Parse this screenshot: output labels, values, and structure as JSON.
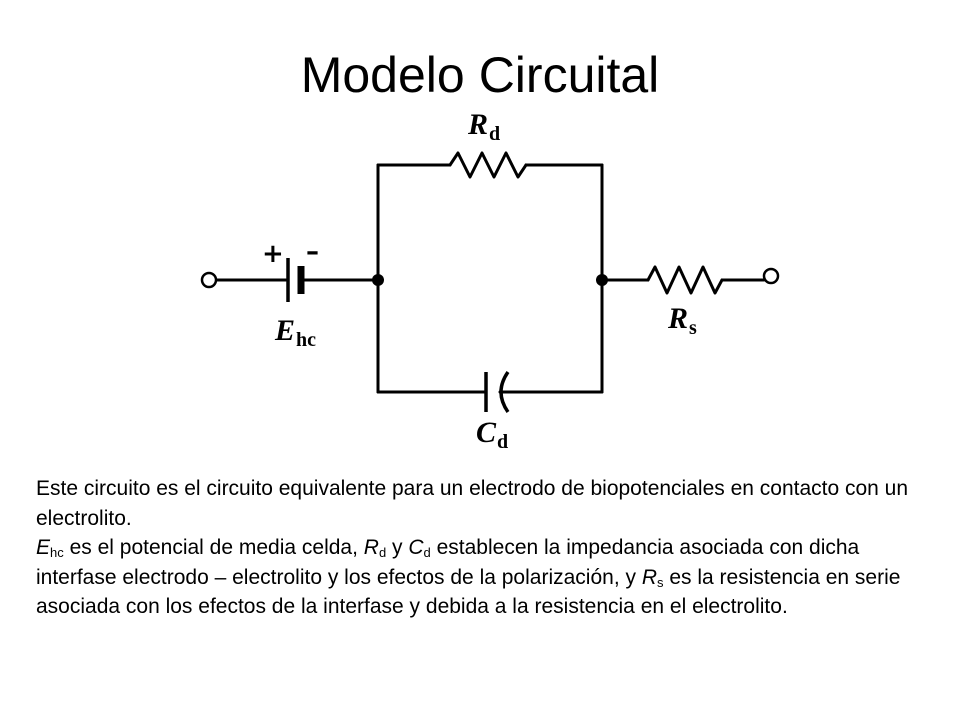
{
  "title": {
    "word1": "Modelo",
    "word2": "Circuital"
  },
  "diagram": {
    "labels": {
      "rd_main": "R",
      "rd_sub": "d",
      "rs_main": "R",
      "rs_sub": "s",
      "cd_main": "C",
      "cd_sub": "d",
      "ehc_main": "E",
      "ehc_sub": "hc",
      "plus": "+",
      "minus": "–"
    }
  },
  "description": {
    "p1": "Este circuito es el circuito equivalente para un electrodo de biopotenciales en contacto con un electrolito.",
    "p2": {
      "s1_main": "E",
      "s1_sub": "hc",
      "s2": " es el potencial de media celda, ",
      "s3_main": "R",
      "s3_sub": "d",
      "s4": " y ",
      "s5_main": "C",
      "s5_sub": "d",
      "s6": " establecen la impedancia asociada con dicha interfase electrodo – electrolito y los efectos de la polarización, y ",
      "s7_main": "R",
      "s7_sub": "s",
      "s8": " es la resistencia en serie asociada con los efectos de la interfase y debida a la resistencia en el electrolito."
    }
  }
}
